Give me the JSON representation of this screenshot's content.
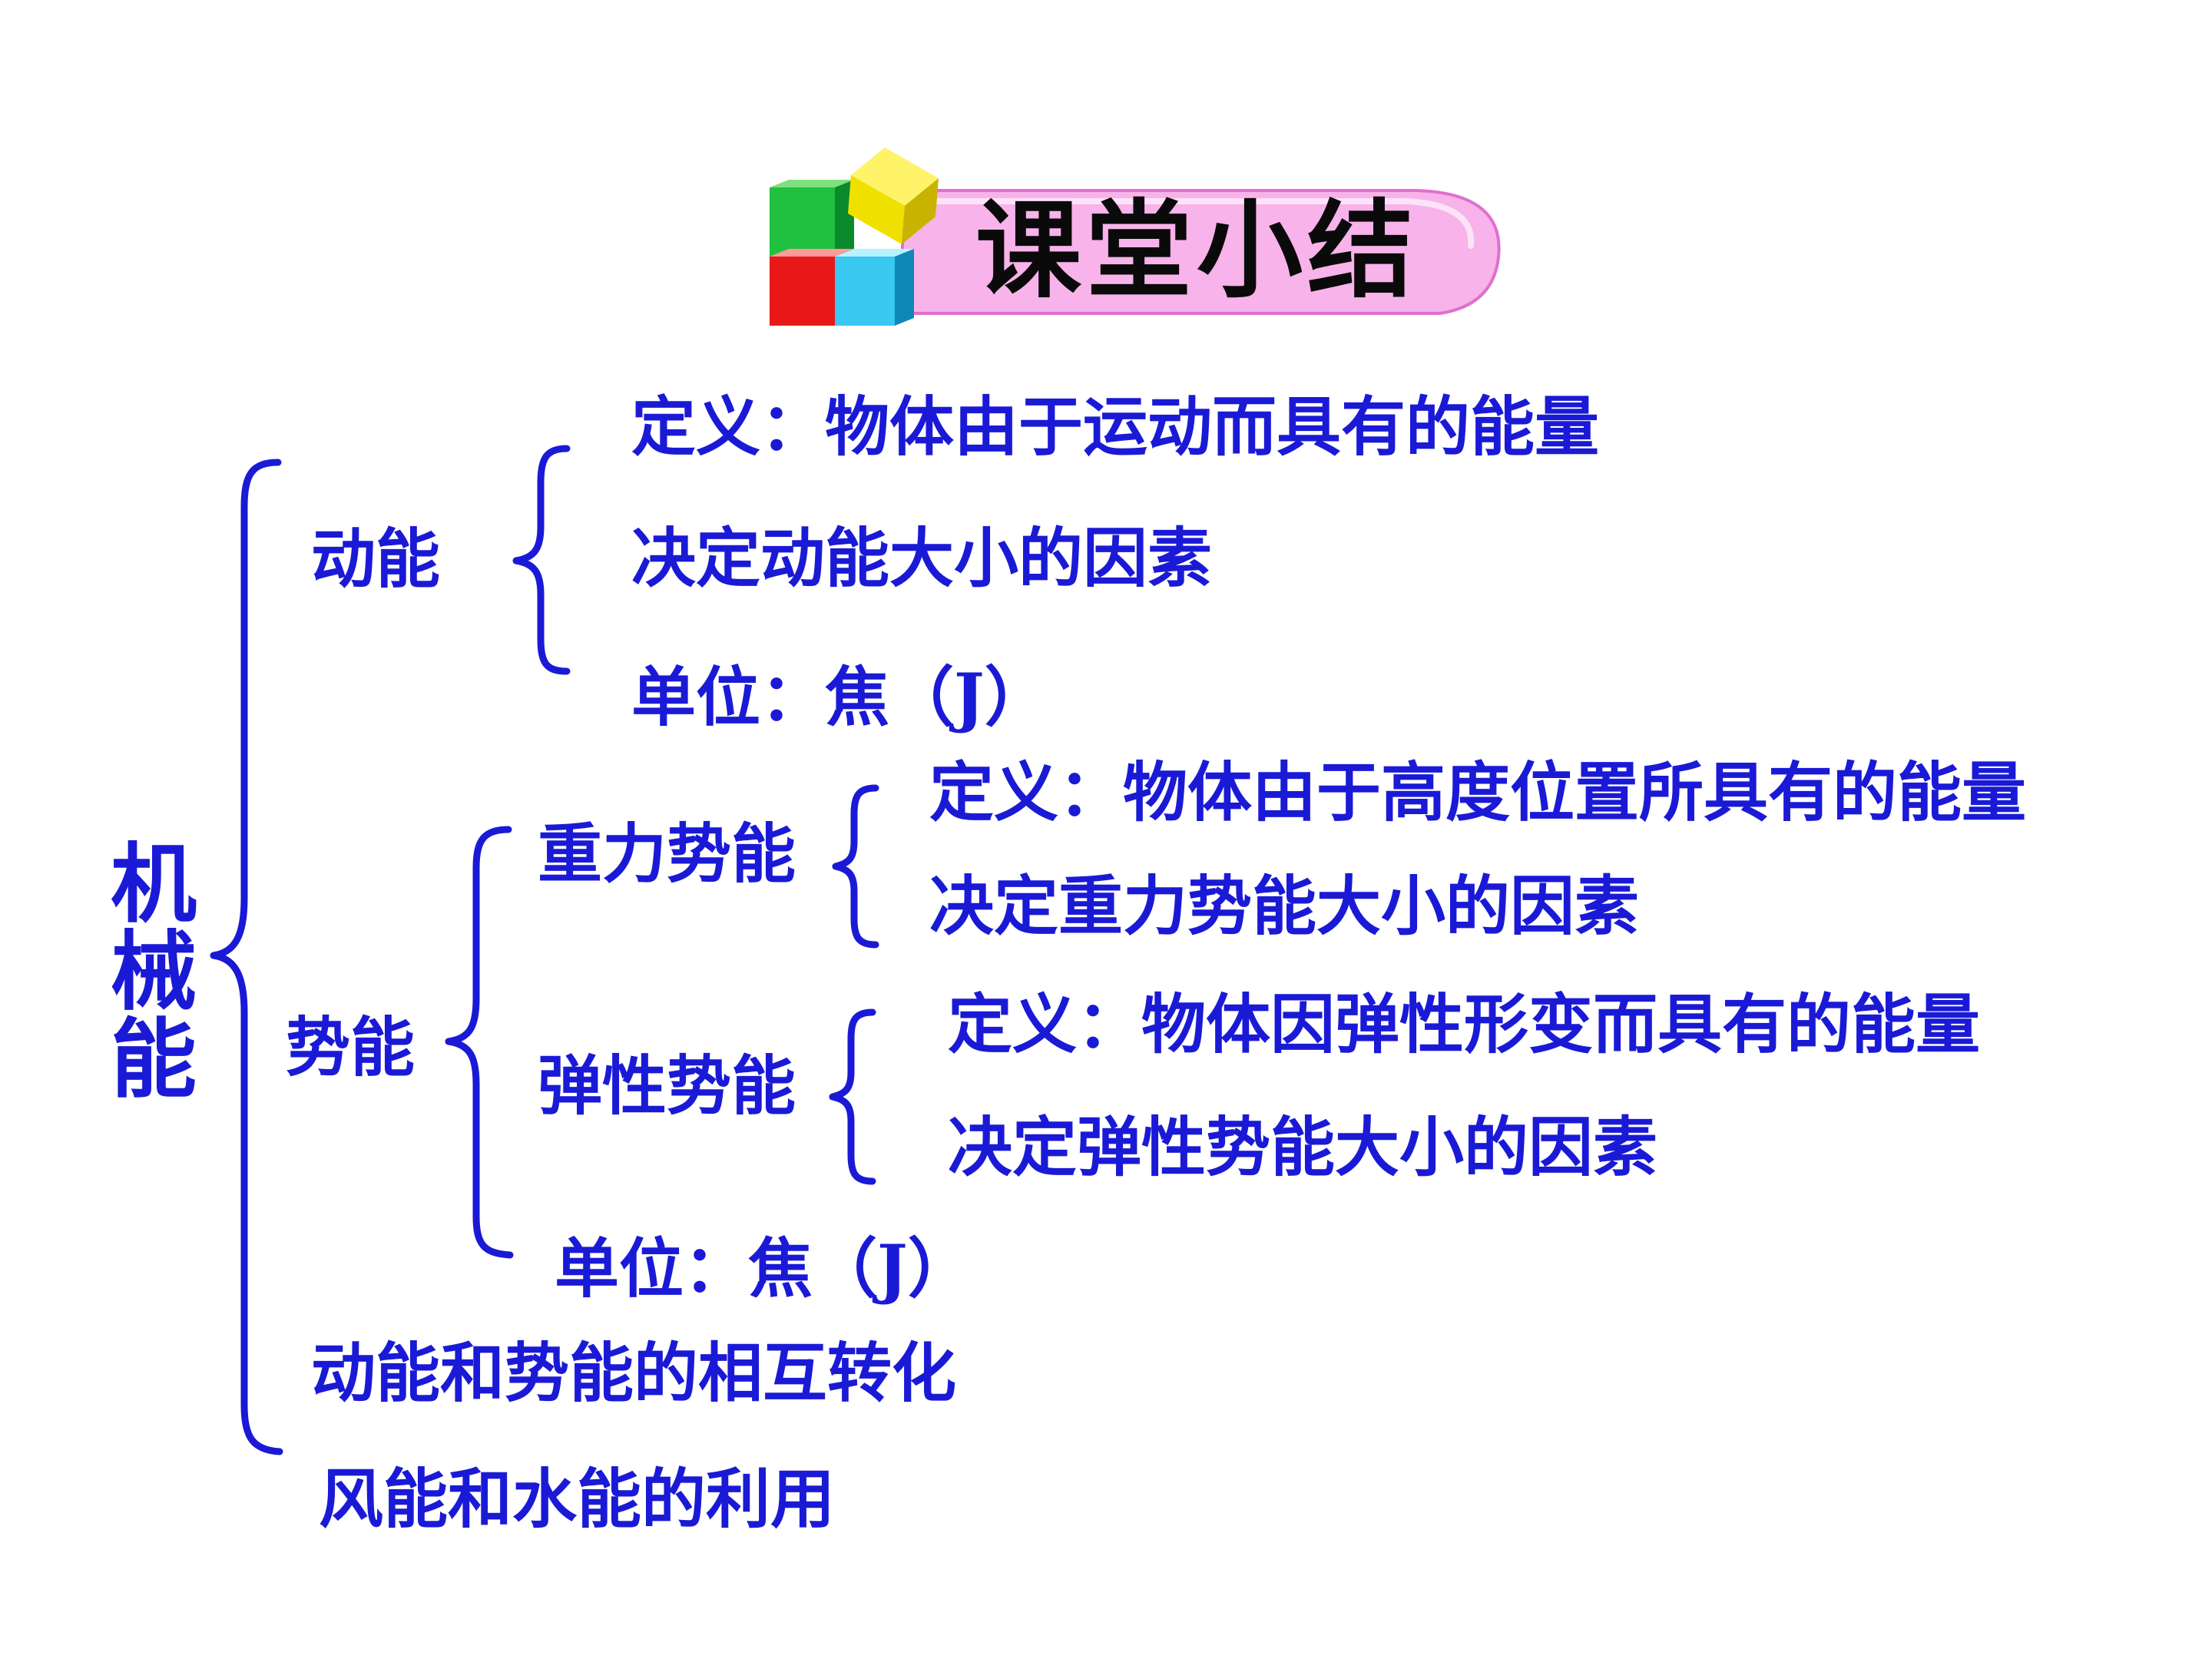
{
  "title": "课堂小结",
  "colors": {
    "accent": "#1a1ad6",
    "banner": "#f7b3ea"
  },
  "root": "机械能",
  "kinetic": {
    "label": "动能",
    "definition": "定义：物体由于运动而具有的能量",
    "factors": "决定动能大小的因素",
    "unit": "单位：焦（J）"
  },
  "potential": {
    "label": "势能",
    "gravitational": {
      "label": "重力势能",
      "definition": "定义：物体由于高度位置所具有的能量",
      "factors": "决定重力势能大小的因素"
    },
    "elastic": {
      "label": "弹性势能",
      "definition": "定义：物体因弹性形变而具有的能量",
      "factors": "决定弹性势能大小的因素"
    },
    "unit": "单位：焦（J）"
  },
  "conversion": "动能和势能的相互转化",
  "utilization": "风能和水能的利用"
}
